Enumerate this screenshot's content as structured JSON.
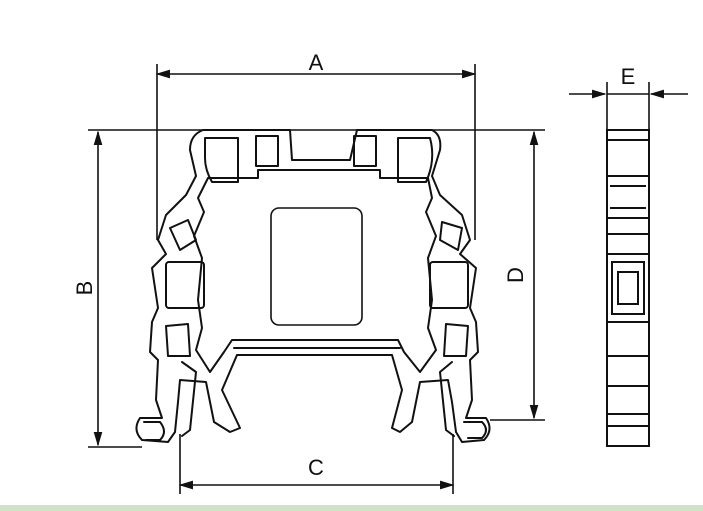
{
  "drawing": {
    "type": "terminal block dimension drawing",
    "line_color": "#111111",
    "background_color": "#ffffff",
    "strip_color": "#cfe3c7"
  },
  "dimensions": {
    "a": "A",
    "b": "B",
    "c": "C",
    "d": "D",
    "e": "E"
  }
}
